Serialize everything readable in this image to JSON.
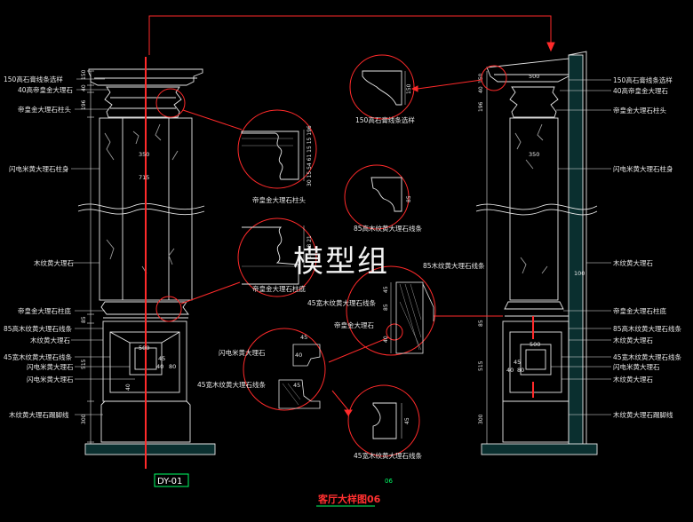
{
  "watermark": "模型组",
  "drawing_tag": "DY-01",
  "title": "客厅大样图06",
  "title_no": "06",
  "left_labels": [
    "150高石膏线条选样",
    "40高帝皇金大理石",
    "帝皇金大理石柱头",
    "闪电米黄大理石柱身",
    "木纹黄大理石",
    "帝皇金大理石柱底",
    "85高木纹黄大理石线条",
    "木纹黄大理石",
    "45宽木纹黄大理石线条",
    "闪电米黄大理石",
    "闪电米黄大理石",
    "木纹黄大理石踢脚线"
  ],
  "right_labels": [
    "150高石膏线条选样",
    "40高帝皇金大理石",
    "帝皇金大理石柱头",
    "闪电米黄大理石柱身",
    "木纹黄大理石",
    "帝皇金大理石柱底",
    "85高木纹黄大理石线条",
    "木纹黄大理石",
    "45宽木纹黄大理石线条",
    "闪电米黄大理石",
    "木纹黄大理石",
    "木纹黄大理石踢脚线"
  ],
  "detail_labels": {
    "d1": "150高石膏线条选样",
    "d2": "帝皇金大理石柱头",
    "d3": "85高木纹黄大理石线条",
    "d4": "帝皇金大理石柱底",
    "d5_top": "85木纹黄大理石线条",
    "d5_a": "45宽木纹黄大理石线条",
    "d5_b": "帝皇金大理石",
    "d6_a": "闪电米黄大理石",
    "d6_b": "45宽木纹黄大理石线条",
    "d7": "45宽木纹黄大理石线条"
  },
  "dims": {
    "l150": "150",
    "l40": "40",
    "l196": "196",
    "l350": "350",
    "l715": "715",
    "l85": "85",
    "l515": "515",
    "l300": "300",
    "l500": "500",
    "l45": "45",
    "l80": "80",
    "l100": "100",
    "d1_150": "150",
    "d3_85": "85",
    "d7_45": "45",
    "d2_stack": "30 15 54 61 15 15 196",
    "d4_stack": "15 38 21"
  }
}
